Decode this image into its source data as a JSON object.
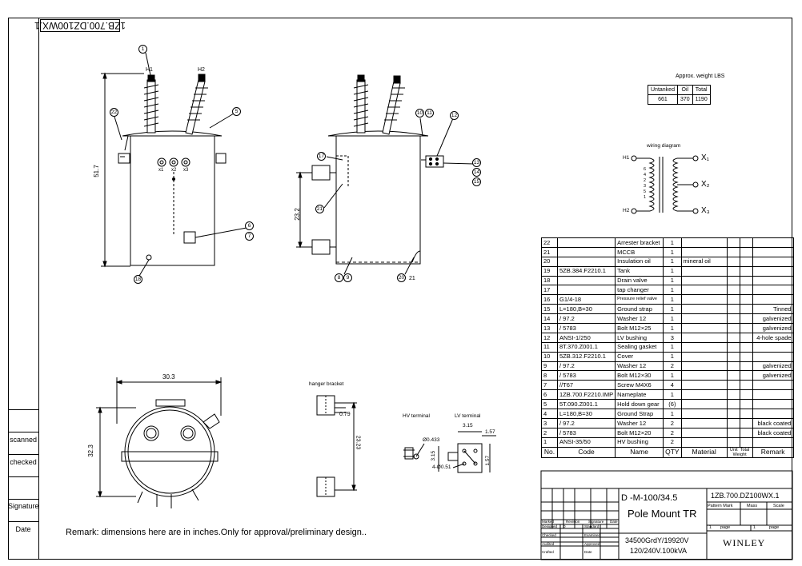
{
  "drawing_code_flipped": "1ZB.700.DZ100WX.1",
  "side_labels": {
    "scanned": "scanned",
    "checked": "checked",
    "signature": "Signature",
    "date": "Date"
  },
  "remark_note": "Remark: dimensions here are in inches.Only for approval/preliminary design..",
  "front_view": {
    "bushing_labels": [
      "H1",
      "H2"
    ],
    "lv_labels": [
      "x1",
      "x2",
      "x3"
    ],
    "height_dim": "51.7",
    "balloons": [
      "1",
      "22",
      "5",
      "6",
      "7",
      "18"
    ]
  },
  "side_view": {
    "dim": "23.2",
    "balloons": [
      "10",
      "11",
      "12",
      "13",
      "14",
      "15",
      "17",
      "21",
      "8",
      "9",
      "20"
    ],
    "label_21": "21"
  },
  "top_view": {
    "width_dim": "30.3",
    "depth_dim": "32.3"
  },
  "hanger_bracket": {
    "title": "hanger bracket",
    "dim_small": "0.79",
    "dim_tall": "23.23"
  },
  "hv_terminal": {
    "title": "HV terminal",
    "dim": "Ø0.433"
  },
  "lv_terminal": {
    "title": "LV terminal",
    "d1": "3.15",
    "d2": "1.57",
    "d3": "3.15",
    "d4": "1.57",
    "holes": "4-Ø0.51"
  },
  "weight_table": {
    "title": "Approx. weight LBS",
    "headers": [
      "Untanked",
      "Oil",
      "Total"
    ],
    "values": [
      "661",
      "370",
      "1190"
    ]
  },
  "wiring": {
    "title": "wiring diagram",
    "h1": "H1",
    "h2": "H2",
    "x1": "X₁",
    "x2": "X₂",
    "x3": "X₃",
    "taps": [
      "6",
      "4",
      "2",
      "3",
      "5",
      "1"
    ]
  },
  "parts": [
    [
      "22",
      "",
      "Arrester bracket",
      "1",
      "",
      ""
    ],
    [
      "21",
      "",
      "MCCB",
      "1",
      "",
      ""
    ],
    [
      "20",
      "",
      "Insulation oil",
      "1",
      "mineral oil",
      ""
    ],
    [
      "19",
      "5ZB.384.F2210.1",
      "Tank",
      "1",
      "",
      ""
    ],
    [
      "18",
      "",
      "Drain valve",
      "1",
      "",
      ""
    ],
    [
      "17",
      "",
      "tap changer",
      "1",
      "",
      ""
    ],
    [
      "16",
      "G1/4-18",
      "Pressure relief valve",
      "1",
      "",
      ""
    ],
    [
      "15",
      "L=180,B=30",
      "Ground strap",
      "1",
      "",
      "Tinned"
    ],
    [
      "14",
      "/ 97.2",
      "Washer 12",
      "1",
      "",
      "galvenized"
    ],
    [
      "13",
      "/ 5783",
      "Bolt M12×25",
      "1",
      "",
      "galvenized"
    ],
    [
      "12",
      "ANSI-1/250",
      "LV bushing",
      "3",
      "",
      "4-hole spade"
    ],
    [
      "11",
      "8T.370.Z001.1",
      "Sealing gasket",
      "1",
      "",
      ""
    ],
    [
      "10",
      "5ZB.312.F2210.1",
      "Cover",
      "1",
      "",
      ""
    ],
    [
      "9",
      "/ 97.2",
      "Washer 12",
      "2",
      "",
      "galvenized"
    ],
    [
      "8",
      "/ 5783",
      "Bolt M12×30",
      "1",
      "",
      "galvenized"
    ],
    [
      "7",
      "//T67",
      "Screw M4X6",
      "4",
      "",
      ""
    ],
    [
      "6",
      "1ZB.700.F2210.IMP",
      "Nameplate",
      "1",
      "",
      ""
    ],
    [
      "5",
      "5T.090.Z001.1",
      "Hold down gear",
      "(6)",
      "",
      ""
    ],
    [
      "4",
      "L=180,B=30",
      "Ground Strap",
      "1",
      "",
      ""
    ],
    [
      "3",
      "/ 97.2",
      "Washer 12",
      "2",
      "",
      "black coated"
    ],
    [
      "2",
      "/ 5783",
      "Bolt M12×20",
      "2",
      "",
      "black coated"
    ],
    [
      "1",
      "ANSI-35/50",
      "HV bushing",
      "2",
      "",
      ""
    ]
  ],
  "parts_header": {
    "no": "No.",
    "code": "Code",
    "name": "Name",
    "qty": "QTY",
    "material": "Material",
    "unit": "Unit",
    "total": "Total",
    "weight": "Weight",
    "remark": "Remark"
  },
  "title_block": {
    "model": "D -M-100/34.5",
    "title": "Pole Mount TR",
    "drawing_no": "1ZB.700.DZ100WX.1",
    "spec1": "34500GrdY/19920V",
    "spec2": "120/240V.100kVA",
    "company": "WINLEY",
    "pattern_mark": "Pattern Mark",
    "mass": "Mass",
    "scale": "Scale",
    "page1": "1",
    "page_lbl": "page",
    "page2": "1",
    "page_lbl2": "page",
    "rev_headers": [
      "Marked",
      "Revision",
      "Signature",
      "Date"
    ],
    "roles": [
      [
        "Designed",
        "0",
        "Standard"
      ],
      [
        "Checked",
        "",
        "Examined"
      ],
      [
        "Audited",
        "",
        "Approved"
      ],
      [
        "Crafted",
        "",
        "Date"
      ]
    ]
  }
}
